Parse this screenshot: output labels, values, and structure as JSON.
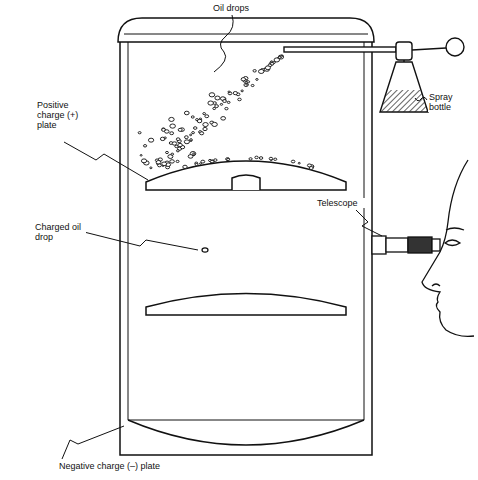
{
  "diagram": {
    "labels": [
      "Oil drops",
      "Positive charge (+) plate",
      "Spray bottle",
      "Telescope",
      "Charged oil drop",
      "Negative charge (–) plate"
    ]
  }
}
